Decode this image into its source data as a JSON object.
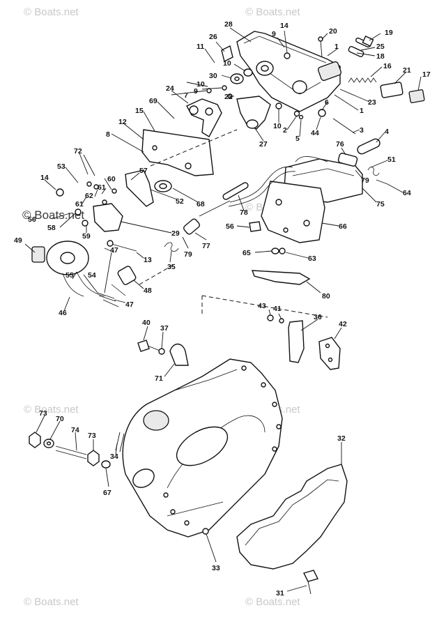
{
  "watermarks": {
    "text": "© Boats.net",
    "dark_text": "© Boats.net"
  },
  "callouts": [
    "1",
    "2",
    "3",
    "4",
    "5",
    "6",
    "7",
    "8",
    "9",
    "10",
    "11",
    "12",
    "13",
    "14",
    "15",
    "16",
    "17",
    "18",
    "19",
    "20",
    "21",
    "22",
    "23",
    "24",
    "25",
    "26",
    "27",
    "28",
    "29",
    "30",
    "31",
    "32",
    "33",
    "34",
    "35",
    "36",
    "37",
    "40",
    "41",
    "42",
    "43",
    "44",
    "46",
    "47",
    "48",
    "49",
    "51",
    "52",
    "53",
    "54",
    "55",
    "56",
    "57",
    "58",
    "59",
    "60",
    "61",
    "62",
    "63",
    "64",
    "65",
    "66",
    "67",
    "68",
    "69",
    "70",
    "71",
    "72",
    "73",
    "74",
    "75",
    "76",
    "77",
    "78",
    "79",
    "80"
  ],
  "callout_text": {
    "c28": "28",
    "c14a": "14",
    "c9a": "9",
    "c20": "20",
    "c19": "19",
    "c26": "26",
    "c11": "11",
    "c25": "25",
    "c18": "18",
    "c1a": "1",
    "c10a": "10",
    "c16": "16",
    "c21": "21",
    "c17": "17",
    "c30": "30",
    "c10b": "10",
    "c9b": "9",
    "c22": "22",
    "c24": "24",
    "c7": "7",
    "c23": "23",
    "c1b": "1",
    "c6": "6",
    "c69": "69",
    "c15": "15",
    "c10c": "10",
    "c2": "2",
    "c5": "5",
    "c44": "44",
    "c3": "3",
    "c4": "4",
    "c12": "12",
    "c8": "8",
    "c27": "27",
    "c72": "72",
    "c76": "76",
    "c51": "51",
    "c53": "53",
    "c14b": "14",
    "c57": "57",
    "c60": "60",
    "c61a": "61",
    "c62": "62",
    "c61b": "61",
    "c79a": "79",
    "c64": "64",
    "c68": "68",
    "c78": "78",
    "c75": "75",
    "c52": "52",
    "c56a": "56",
    "c58": "58",
    "c59": "59",
    "c66": "66",
    "c56b": "56",
    "c29": "29",
    "c79b": "79",
    "c77": "77",
    "c49": "49",
    "c47a": "47",
    "c13": "13",
    "c65": "65",
    "c63": "63",
    "c35": "35",
    "c55": "55",
    "c54": "54",
    "c48": "48",
    "c47b": "47",
    "c80": "80",
    "c46": "46",
    "c43": "43",
    "c41": "41",
    "c36": "36",
    "c42": "42",
    "c40": "40",
    "c37": "37",
    "c71": "71",
    "c73a": "73",
    "c70": "70",
    "c74": "74",
    "c73b": "73",
    "c34": "34",
    "c67": "67",
    "c32": "32",
    "c33": "33",
    "c31": "31"
  },
  "colors": {
    "ink": "#111111",
    "background": "#ffffff",
    "watermark": "#c8c8c8"
  }
}
